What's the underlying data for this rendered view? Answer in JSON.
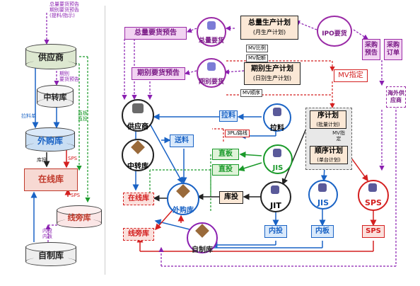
{
  "left": {
    "top_note": [
      "总量要货预告",
      "期别要货预告",
      "(提料/指示)"
    ],
    "supplier": "供应商",
    "period_note": [
      "期别",
      "要货预告"
    ],
    "transfer": "中转库",
    "pull_note": "拉料单",
    "direct_note": [
      "直板",
      "直投"
    ],
    "purchase_wh": "外购库",
    "warehouse_note": "库投",
    "sps_note1": "SPS",
    "online_wh": "在线库",
    "sps_note2": "SPS",
    "line_wh": "线旁库",
    "inner_note": [
      "内投",
      "内板"
    ],
    "self_wh": "自制库"
  },
  "right": {
    "total_forecast": "总量要货预告",
    "total_plan": "总量生产计划",
    "total_plan_sub": "(月生产计划)",
    "total_demand": "总量要货",
    "ipo": "IPO要货",
    "purchase_forecast": "采购预告",
    "purchase_order": "采购订单",
    "mv_ratio": "MV比例",
    "mv_config": "MV配额",
    "period_forecast": "期别要货预告",
    "period_plan": "期别生产计划",
    "period_plan_sub": "(日别生产计划)",
    "period_demand": "期别要货",
    "mv_order": "MV顺序",
    "mv_assign": "MV指定",
    "overseas": "海外供应商",
    "supplier": "供应商",
    "pull": "拉料",
    "pull2": "拉料",
    "seq_plan": "序计划",
    "seq_plan_sub": "(批量计划)",
    "mv_assign_small": "MV指定",
    "order_plan": "顺序计划",
    "order_plan_sub": "(单台计划)",
    "transfer": "中转库",
    "delivery": "送料",
    "route": "3PL/路线",
    "direct_board": "直板",
    "direct_feed": "直投",
    "jis": "JIS",
    "online_wh": "在线库",
    "purchase_wh": "外购库",
    "warehouse_feed": "库投",
    "jit": "JIT",
    "jis2": "JIS",
    "sps": "SPS",
    "line_wh": "线旁库",
    "self_wh": "自制库",
    "inner_feed": "内投",
    "inner_board": "内板",
    "sps_box": "SPS"
  }
}
